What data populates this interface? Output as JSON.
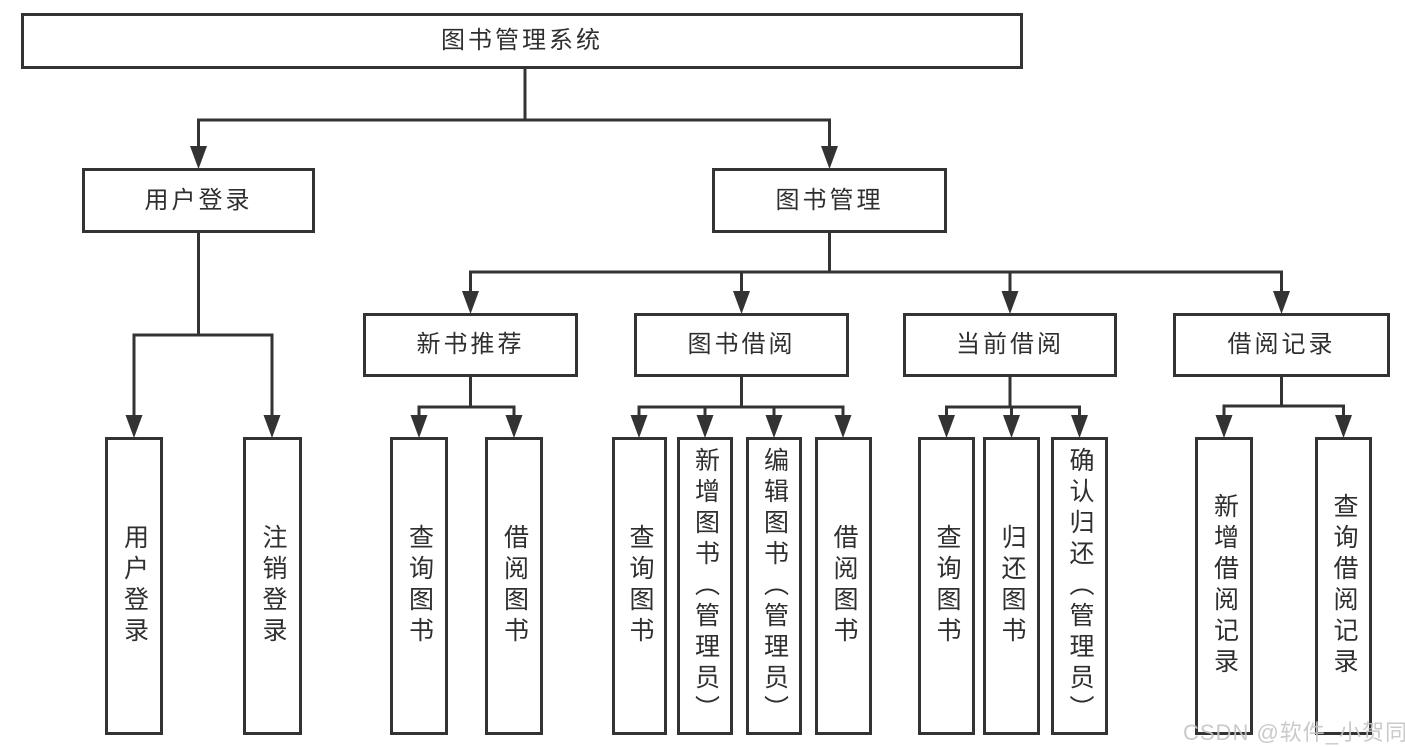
{
  "tree": {
    "label": "图书管理系统",
    "children": [
      {
        "label": "用户登录",
        "children": [
          {
            "label": "用户登录"
          },
          {
            "label": "注销登录"
          }
        ]
      },
      {
        "label": "图书管理",
        "children": [
          {
            "label": "新书推荐",
            "children": [
              {
                "label": "查询图书"
              },
              {
                "label": "借阅图书"
              }
            ]
          },
          {
            "label": "图书借阅",
            "children": [
              {
                "label": "查询图书"
              },
              {
                "label": "新增图书（管理员）"
              },
              {
                "label": "编辑图书（管理员）"
              },
              {
                "label": "借阅图书"
              }
            ]
          },
          {
            "label": "当前借阅",
            "children": [
              {
                "label": "查询图书"
              },
              {
                "label": "归还图书"
              },
              {
                "label": "确认归还（管理员）"
              }
            ]
          },
          {
            "label": "借阅记录",
            "children": [
              {
                "label": "新增借阅记录"
              },
              {
                "label": "查询借阅记录"
              }
            ]
          }
        ]
      }
    ]
  },
  "watermark": "CSDN @软件_小贺同学",
  "colors": {
    "line": "#333333",
    "text": "#2f2f2f",
    "background": "#ffffff",
    "watermark": "#c6c6c6"
  }
}
